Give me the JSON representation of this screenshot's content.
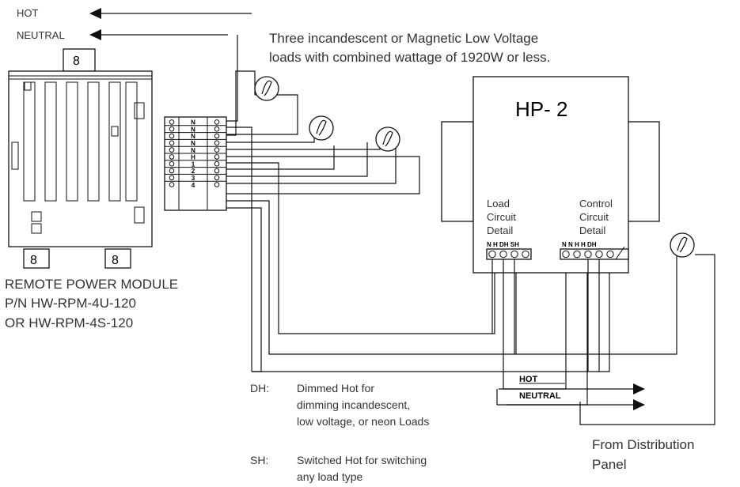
{
  "supply_labels": {
    "hot": "HOT",
    "neutral": "NEUTRAL"
  },
  "loads_note": {
    "line1": "Three incandescent or Magnetic Low Voltage",
    "line2": "loads with combined  wattage  of 1920W or less."
  },
  "hp2": {
    "title": "HP- 2",
    "load_detail": [
      "Load",
      "Circuit",
      "Detail"
    ],
    "control_detail": [
      "Control",
      "Circuit",
      "Detail"
    ],
    "load_terminals": "N H DH SH",
    "control_terminals": "N  N  H  H DH"
  },
  "rpm_terminal_labels": [
    "N",
    "N",
    "N",
    "N",
    "N",
    "H",
    "1",
    "2",
    "3",
    "4"
  ],
  "rpm": {
    "line1": "REMOTE POWER MODULE",
    "line2": "P/N HW-RPM-4U-120",
    "line3": "OR  HW-RPM-4S-120"
  },
  "panel_feed": {
    "hot": "HOT",
    "neutral": "NEUTRAL",
    "from_line1": "From  Distribution",
    "from_line2": "Panel"
  },
  "legend": {
    "dh_key": "DH:",
    "dh_line1": "Dimmed Hot for",
    "dh_line2": "dimming incandescent,",
    "dh_line3": "low voltage, or neon Loads",
    "sh_key": "SH:",
    "sh_line1": "Switched Hot for switching",
    "sh_line2": "any load type"
  },
  "colors": {
    "ink": "#111111",
    "label_ink": "#333333"
  }
}
